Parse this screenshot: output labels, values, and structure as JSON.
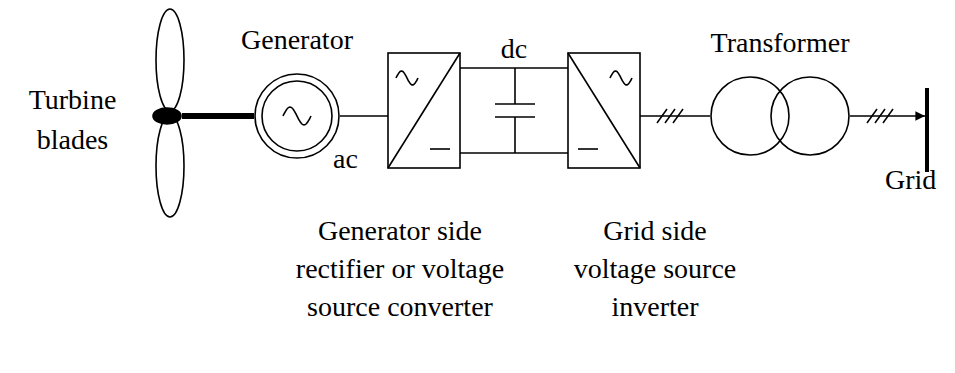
{
  "diagram": {
    "nodes": [
      {
        "text": [
          "Turbine blades"
        ]
      },
      {
        "text": [
          "Generator"
        ]
      },
      {
        "text": [
          "Generator side rectifier or voltage source converter"
        ]
      },
      {
        "text": [
          "Grid side voltage source inverter"
        ]
      },
      {
        "text": [
          "Transformer"
        ]
      },
      {
        "text": [
          "Grid"
        ]
      }
    ],
    "edges": [
      {
        "from": 0,
        "to": 1,
        "arrow": "none"
      },
      {
        "from": 1,
        "to": 2,
        "arrow": "none"
      },
      {
        "from": 2,
        "to": 3,
        "label": "dc",
        "arrow": "none"
      },
      {
        "from": 3,
        "to": 4,
        "arrow": "none"
      },
      {
        "from": 4,
        "to": 5,
        "arrow": "to"
      }
    ],
    "labels": [
      "ac"
    ]
  }
}
